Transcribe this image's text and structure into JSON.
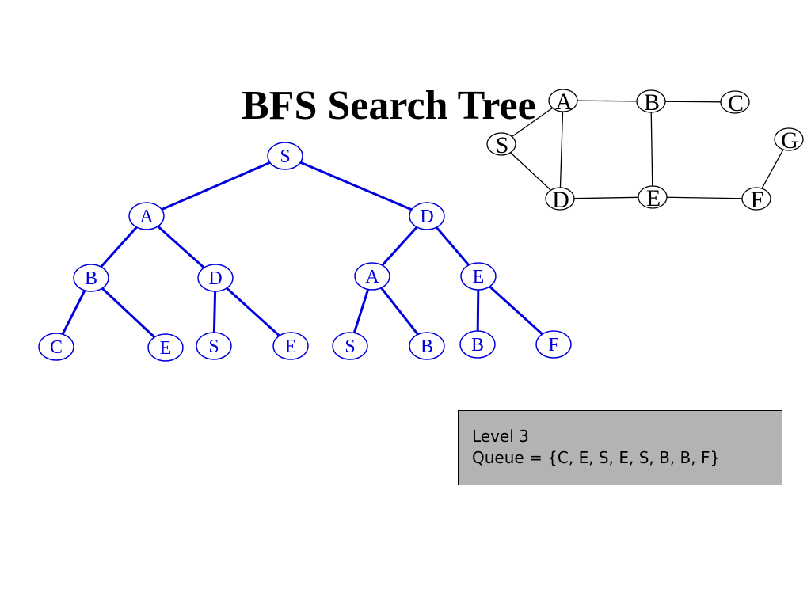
{
  "title": "BFS Search Tree",
  "colors": {
    "tree": "#0000dd",
    "graph": "#000000",
    "info_box": "#b3b3b3"
  },
  "graph": {
    "nodes": [
      {
        "id": "A",
        "label": "A"
      },
      {
        "id": "B",
        "label": "B"
      },
      {
        "id": "C",
        "label": "C"
      },
      {
        "id": "S",
        "label": "S"
      },
      {
        "id": "G",
        "label": "G"
      },
      {
        "id": "D",
        "label": "D"
      },
      {
        "id": "E",
        "label": "E"
      },
      {
        "id": "F",
        "label": "F"
      }
    ],
    "edges": [
      [
        "A",
        "B"
      ],
      [
        "B",
        "C"
      ],
      [
        "S",
        "A"
      ],
      [
        "S",
        "D"
      ],
      [
        "A",
        "D"
      ],
      [
        "B",
        "E"
      ],
      [
        "D",
        "E"
      ],
      [
        "E",
        "F"
      ],
      [
        "F",
        "G"
      ]
    ]
  },
  "tree": {
    "nodes": [
      {
        "id": "n0",
        "label": "S",
        "parent": null
      },
      {
        "id": "n1",
        "label": "A",
        "parent": "n0"
      },
      {
        "id": "n2",
        "label": "D",
        "parent": "n0"
      },
      {
        "id": "n3",
        "label": "B",
        "parent": "n1"
      },
      {
        "id": "n4",
        "label": "D",
        "parent": "n1"
      },
      {
        "id": "n5",
        "label": "A",
        "parent": "n2"
      },
      {
        "id": "n6",
        "label": "E",
        "parent": "n2"
      },
      {
        "id": "n7",
        "label": "C",
        "parent": "n3"
      },
      {
        "id": "n8",
        "label": "E",
        "parent": "n3"
      },
      {
        "id": "n9",
        "label": "S",
        "parent": "n4"
      },
      {
        "id": "n10",
        "label": "E",
        "parent": "n4"
      },
      {
        "id": "n11",
        "label": "S",
        "parent": "n5"
      },
      {
        "id": "n12",
        "label": "B",
        "parent": "n5"
      },
      {
        "id": "n13",
        "label": "B",
        "parent": "n6"
      },
      {
        "id": "n14",
        "label": "F",
        "parent": "n6"
      }
    ]
  },
  "status": {
    "level_text": "Level 3",
    "queue_text": "Queue = {C, E, S, E, S, B, B, F}"
  }
}
